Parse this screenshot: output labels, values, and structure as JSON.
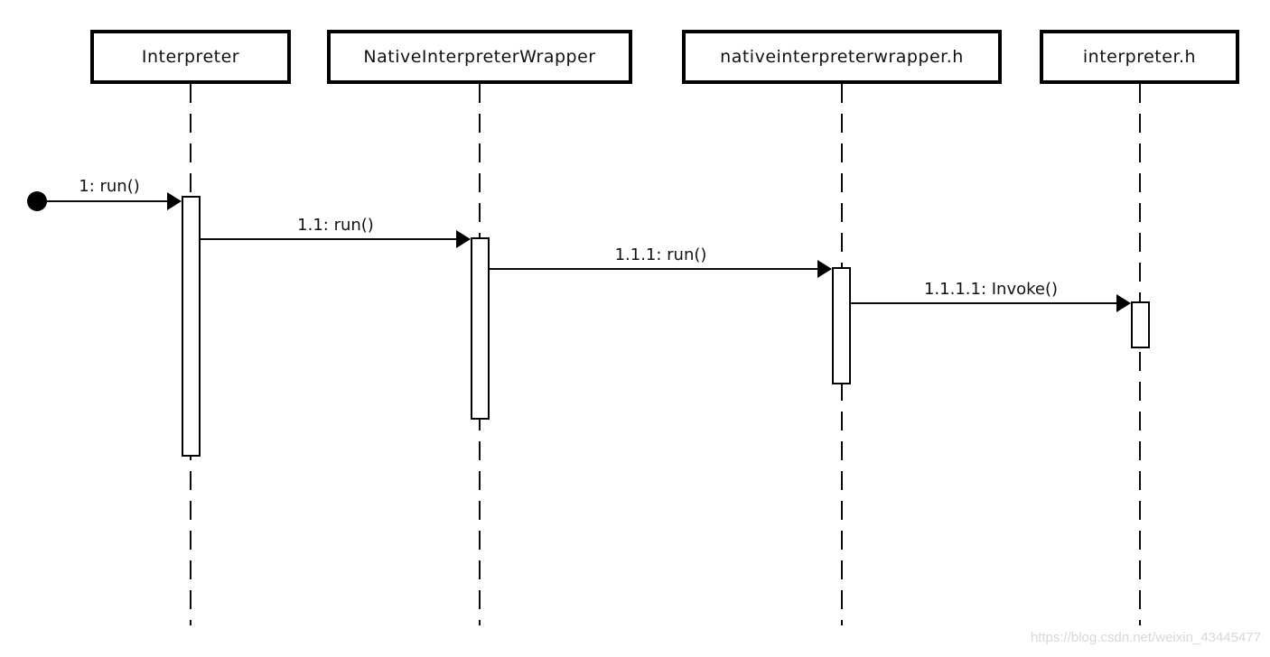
{
  "diagram": {
    "type": "uml-sequence-diagram",
    "colors": {
      "background": "#ffffff",
      "line": "#000000",
      "text": "#111111",
      "watermark": "#d8d8d8"
    },
    "lifelines": [
      {
        "id": "interpreter",
        "label": "Interpreter"
      },
      {
        "id": "native-interpreter-wrapper",
        "label": "NativeInterpreterWrapper"
      },
      {
        "id": "nativeinterpreterwrapper-h",
        "label": "nativeinterpreterwrapper.h"
      },
      {
        "id": "interpreter-h",
        "label": "interpreter.h"
      }
    ],
    "start_node": {
      "type": "initial-node"
    },
    "messages": [
      {
        "seq": "1",
        "label": "1: run()",
        "from": "start-node",
        "to": "interpreter"
      },
      {
        "seq": "1.1",
        "label": "1.1: run()",
        "from": "interpreter",
        "to": "native-interpreter-wrapper"
      },
      {
        "seq": "1.1.1",
        "label": "1.1.1: run()",
        "from": "native-interpreter-wrapper",
        "to": "nativeinterpreterwrapper-h"
      },
      {
        "seq": "1.1.1.1",
        "label": "1.1.1.1: Invoke()",
        "from": "nativeinterpreterwrapper-h",
        "to": "interpreter-h"
      }
    ],
    "watermark": {
      "text": "https://blog.csdn.net/weixin_43445477"
    }
  }
}
